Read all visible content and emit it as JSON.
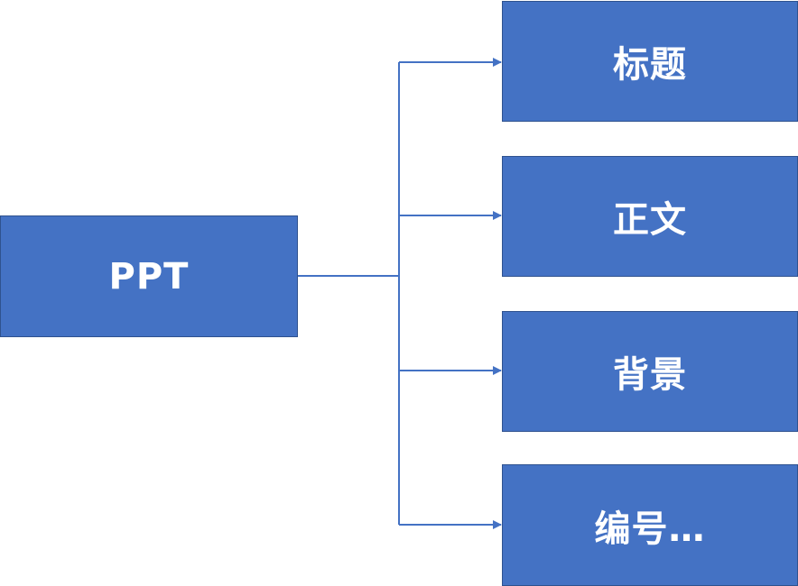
{
  "root": {
    "label": "PPT"
  },
  "children": [
    {
      "label": "标题"
    },
    {
      "label": "正文"
    },
    {
      "label": "背景"
    },
    {
      "label": "编号…"
    }
  ],
  "colors": {
    "box_fill": "#4472c4",
    "box_border": "#2f528f",
    "connector": "#4472c4",
    "text": "#ffffff"
  }
}
